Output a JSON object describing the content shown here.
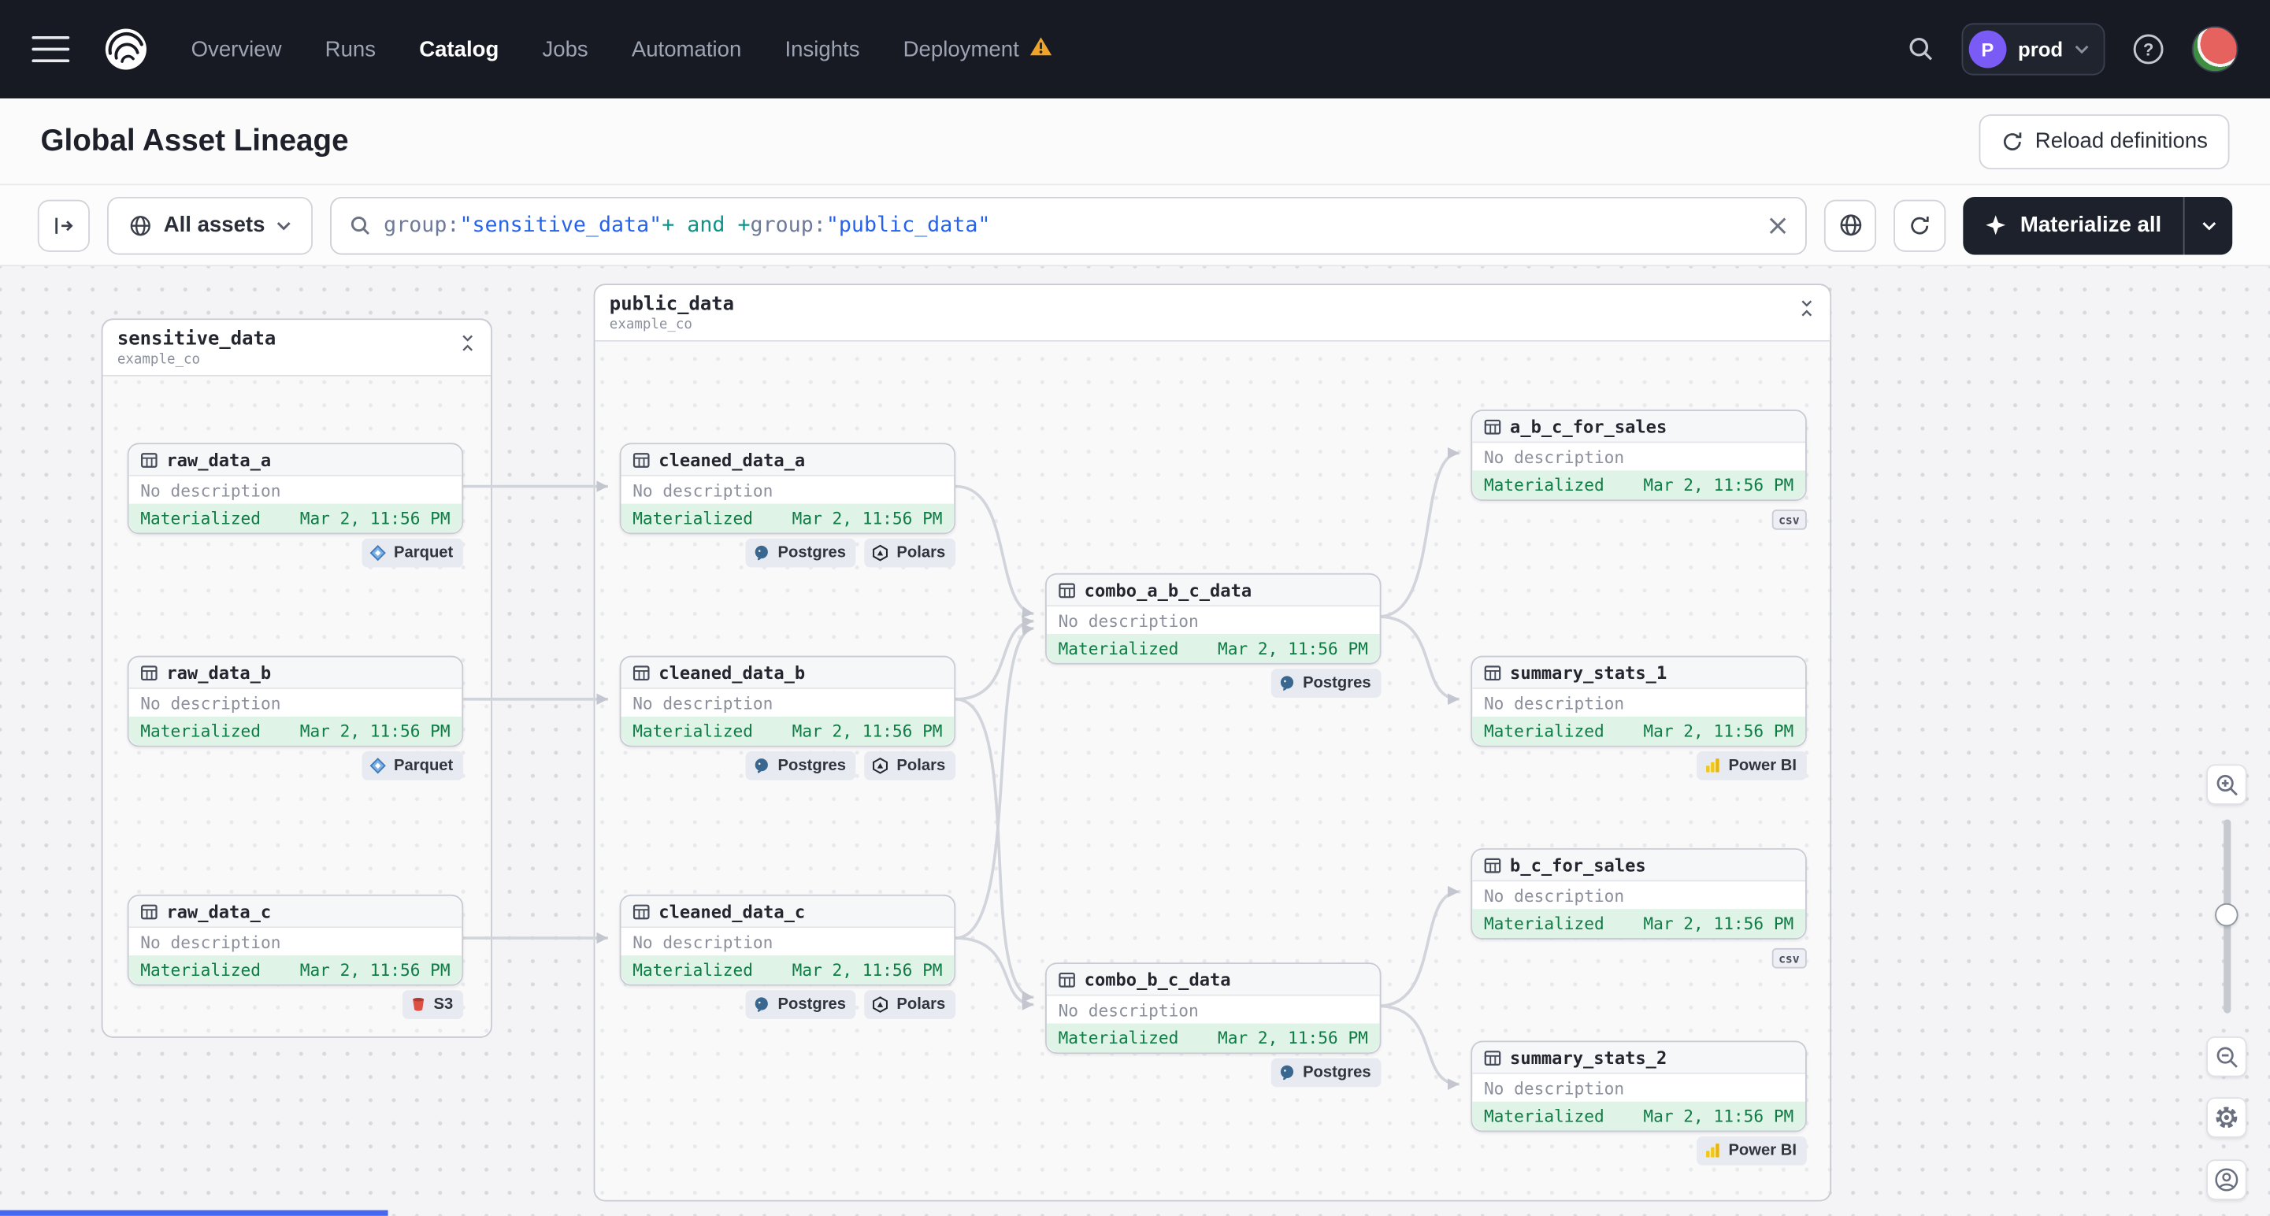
{
  "nav": {
    "items": [
      {
        "label": "Overview",
        "active": false
      },
      {
        "label": "Runs",
        "active": false
      },
      {
        "label": "Catalog",
        "active": true
      },
      {
        "label": "Jobs",
        "active": false
      },
      {
        "label": "Automation",
        "active": false
      },
      {
        "label": "Insights",
        "active": false
      },
      {
        "label": "Deployment",
        "active": false,
        "warning": true
      }
    ],
    "deployment_badge": {
      "initial": "P",
      "label": "prod"
    },
    "help_glyph": "?"
  },
  "header": {
    "title": "Global Asset Lineage",
    "reload_button_label": "Reload definitions"
  },
  "toolbar": {
    "filter_dropdown_label": "All assets",
    "search_query_tokens": [
      {
        "text": "group:",
        "color": "#6D7A99"
      },
      {
        "text": "\"sensitive_data\"",
        "color": "#2563EB"
      },
      {
        "text": "+ and +",
        "color": "#0D9488"
      },
      {
        "text": "group:",
        "color": "#6D7A99"
      },
      {
        "text": "\"public_data\"",
        "color": "#2563EB"
      }
    ],
    "materialize_button_label": "Materialize all"
  },
  "canvas": {
    "groups": [
      {
        "name": "sensitive_data",
        "subtitle": "example_co"
      },
      {
        "name": "public_data",
        "subtitle": "example_co"
      }
    ],
    "nodes": [
      {
        "label": "raw_data_a",
        "description": "No description",
        "status": "Materialized",
        "timestamp": "Mar 2, 11:56 PM",
        "tags": [
          "Parquet"
        ]
      },
      {
        "label": "raw_data_b",
        "description": "No description",
        "status": "Materialized",
        "timestamp": "Mar 2, 11:56 PM",
        "tags": [
          "Parquet"
        ]
      },
      {
        "label": "raw_data_c",
        "description": "No description",
        "status": "Materialized",
        "timestamp": "Mar 2, 11:56 PM",
        "tags": [
          "S3"
        ]
      },
      {
        "label": "cleaned_data_a",
        "description": "No description",
        "status": "Materialized",
        "timestamp": "Mar 2, 11:56 PM",
        "tags": [
          "Postgres",
          "Polars"
        ]
      },
      {
        "label": "cleaned_data_b",
        "description": "No description",
        "status": "Materialized",
        "timestamp": "Mar 2, 11:56 PM",
        "tags": [
          "Postgres",
          "Polars"
        ]
      },
      {
        "label": "cleaned_data_c",
        "description": "No description",
        "status": "Materialized",
        "timestamp": "Mar 2, 11:56 PM",
        "tags": [
          "Postgres",
          "Polars"
        ]
      },
      {
        "label": "combo_a_b_c_data",
        "description": "No description",
        "status": "Materialized",
        "timestamp": "Mar 2, 11:56 PM",
        "tags": [
          "Postgres"
        ]
      },
      {
        "label": "a_b_c_for_sales",
        "description": "No description",
        "status": "Materialized",
        "timestamp": "Mar 2, 11:56 PM",
        "tags": [
          "csv"
        ]
      },
      {
        "label": "summary_stats_1",
        "description": "No description",
        "status": "Materialized",
        "timestamp": "Mar 2, 11:56 PM",
        "tags": [
          "Power BI"
        ]
      },
      {
        "label": "b_c_for_sales",
        "description": "No description",
        "status": "Materialized",
        "timestamp": "Mar 2, 11:56 PM",
        "tags": [
          "csv"
        ]
      },
      {
        "label": "combo_b_c_data",
        "description": "No description",
        "status": "Materialized",
        "timestamp": "Mar 2, 11:56 PM",
        "tags": [
          "Postgres"
        ]
      },
      {
        "label": "summary_stats_2",
        "description": "No description",
        "status": "Materialized",
        "timestamp": "Mar 2, 11:56 PM",
        "tags": [
          "Power BI"
        ]
      }
    ]
  },
  "colors": {
    "nav_background": "#171A23",
    "status_green_bg": "#DFF3E7",
    "status_green_text": "#0F7B45",
    "warning_orange": "#F0A32A",
    "scroll_indicator_blue": "#4667F0"
  }
}
